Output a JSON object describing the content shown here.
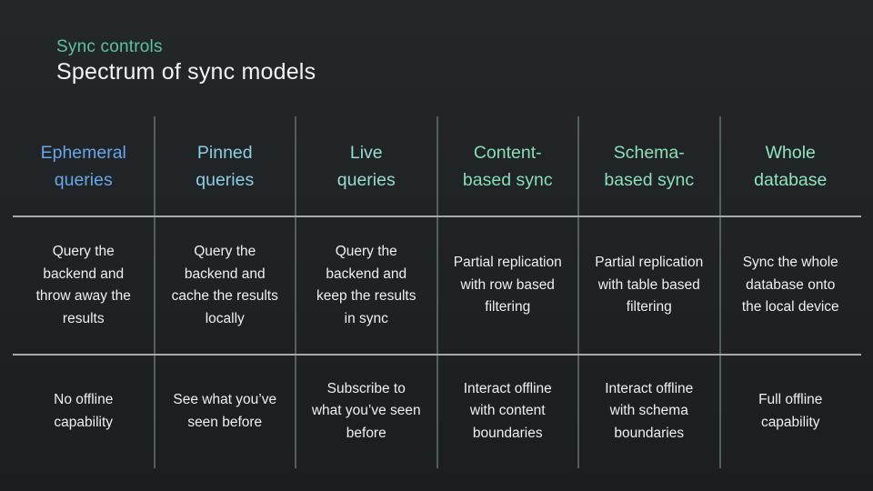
{
  "title": {
    "eyebrow": "Sync controls",
    "heading": "Spectrum of sync models"
  },
  "colors": {
    "background_top": "#242729",
    "background_bottom": "#1b1e20",
    "eyebrow": "#5cc29e",
    "heading": "#f4f4f4",
    "body_text": "#efefef",
    "column_divider": "#525f5b",
    "row_divider": "#a4acaa"
  },
  "table": {
    "columns": [
      {
        "header": "Ephemeral\nqueries",
        "header_color": "#68a6e8",
        "description": "Query the\nbackend and\nthrow away the\nresults",
        "offline": "No offline\ncapability"
      },
      {
        "header": "Pinned\nqueries",
        "header_color": "#8bcee3",
        "description": "Query the\nbackend and\ncache the results\nlocally",
        "offline": "See what you’ve\nseen before"
      },
      {
        "header": "Live\nqueries",
        "header_color": "#97dad2",
        "description": "Query the\nbackend and\nkeep the results\nin sync",
        "offline": "Subscribe to\nwhat you’ve seen\nbefore"
      },
      {
        "header": "Content-\nbased sync",
        "header_color": "#87ddb6",
        "description": "Partial replication\nwith row based\nfiltering",
        "offline": "Interact offline\nwith content\nboundaries"
      },
      {
        "header": "Schema-\nbased sync",
        "header_color": "#8bdfba",
        "description": "Partial replication\nwith table based\nfiltering",
        "offline": "Interact offline\nwith schema\nboundaries"
      },
      {
        "header": "Whole\ndatabase",
        "header_color": "#8fe3be",
        "description": "Sync the whole\ndatabase onto\nthe local device",
        "offline": "Full offline\ncapability"
      }
    ]
  }
}
